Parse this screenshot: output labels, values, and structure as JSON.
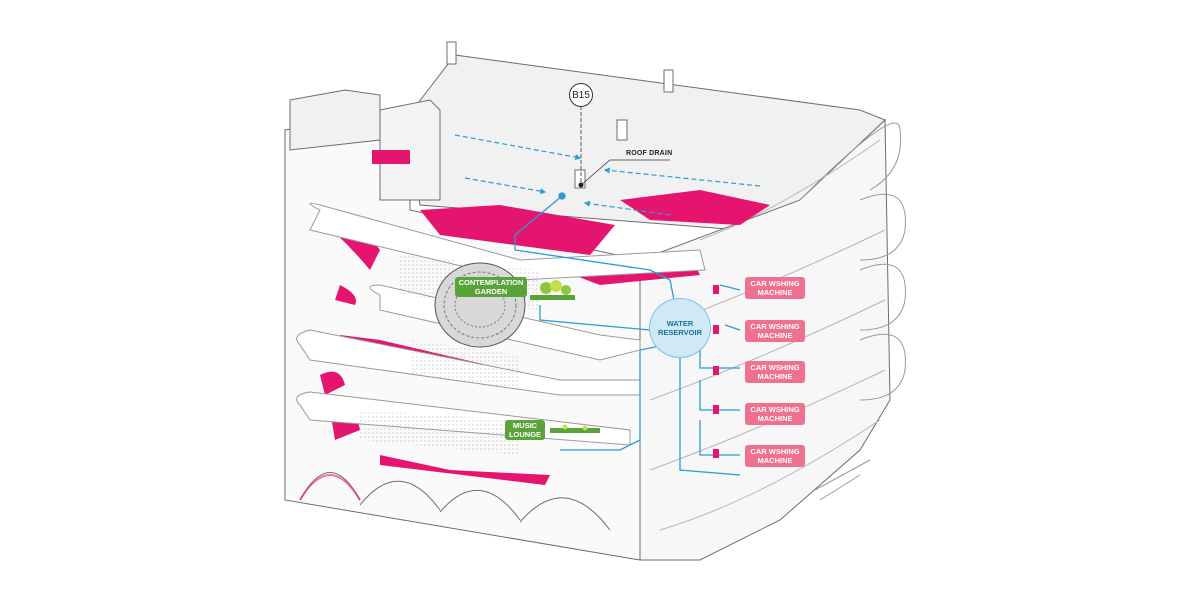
{
  "diagram": {
    "tag": "B15",
    "roof_drain_label": "ROOF DRAIN",
    "water_reservoir_label": "WATER\nRESERVOIR",
    "green_labels": {
      "contemplation_garden": "CONTEMPLATION\nGARDEN",
      "music_lounge": "MUSIC\nLOUNGE"
    },
    "machines": [
      {
        "label": "CAR WSHING\nMACHINE"
      },
      {
        "label": "CAR WSHING\nMACHINE"
      },
      {
        "label": "CAR WSHING\nMACHINE"
      },
      {
        "label": "CAR WSHING\nMACHINE"
      },
      {
        "label": "CAR WSHING\nMACHINE"
      }
    ],
    "colors": {
      "accent_magenta": "#e5146e",
      "pipe_blue": "#2c9bd6",
      "label_pink": "#f0708f",
      "label_green": "#5aa33a",
      "water_fill": "#cfe9f7",
      "outline": "#6d6d6d"
    }
  }
}
